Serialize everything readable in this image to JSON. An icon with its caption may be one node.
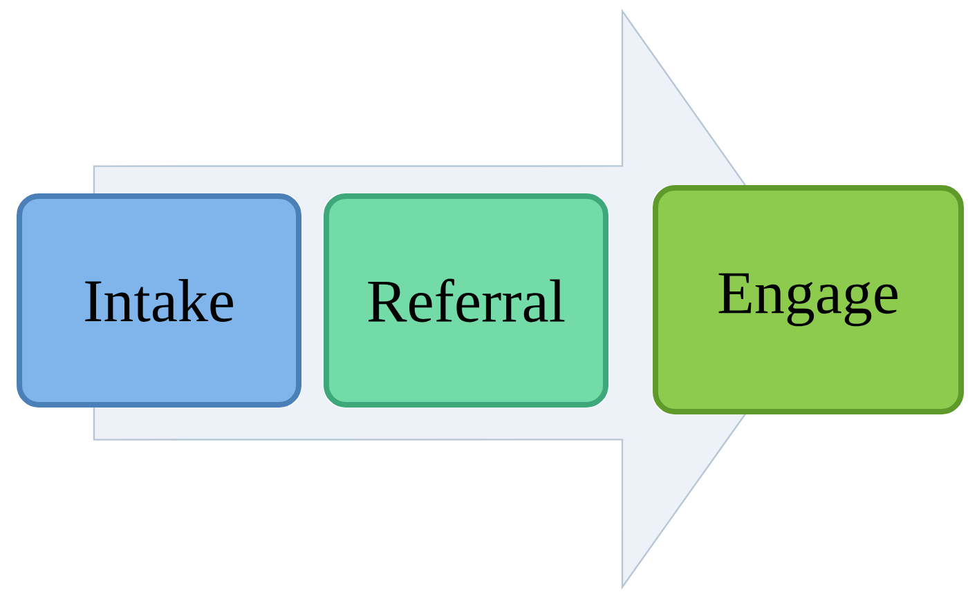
{
  "diagram": {
    "nodes": [
      {
        "text": [
          "Intake"
        ]
      },
      {
        "text": [
          "Referral"
        ]
      },
      {
        "text": [
          "Engage"
        ]
      }
    ],
    "edges": [
      {
        "from": 0,
        "to": 2,
        "arrow": "to"
      }
    ]
  }
}
